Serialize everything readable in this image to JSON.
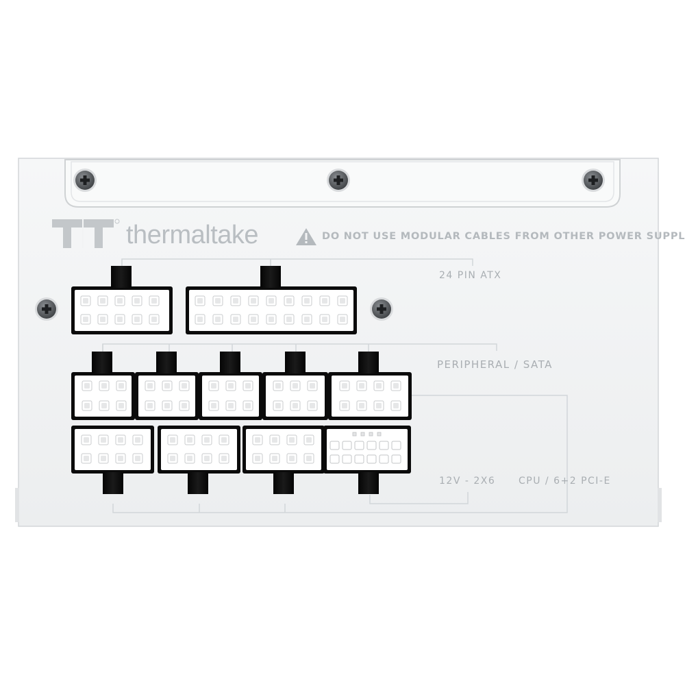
{
  "brand": {
    "name": "thermaltake",
    "logo_icon": "thermaltake-tt-logo-icon"
  },
  "warning": {
    "icon": "warning-triangle-icon",
    "text": "DO NOT USE MODULAR CABLES FROM OTHER POWER SUPPLIES"
  },
  "labels": {
    "atx": "24 PIN ATX",
    "peripheral": "PERIPHERAL / SATA",
    "vhpwr": "12V - 2X6",
    "cpu_pcie": "CPU / 6+2 PCI-E"
  },
  "colors": {
    "panel": "#f3f4f5",
    "label_text": "#a9aeb2",
    "connector_frame": "#111111",
    "connector_face": "#ffffff",
    "screw": "#5a5d60"
  }
}
